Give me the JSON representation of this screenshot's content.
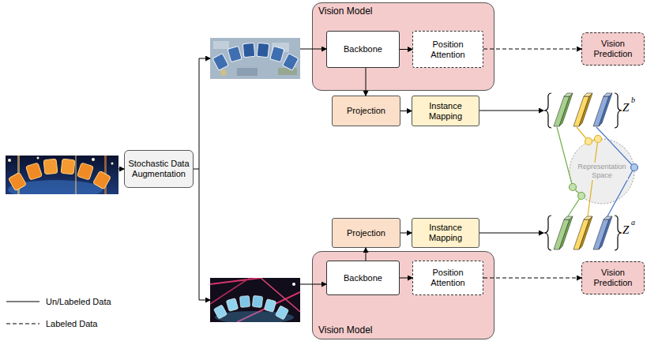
{
  "diagram": {
    "nodes": [
      {
        "text": [
          "Stochastic Data Augmentation"
        ]
      },
      {
        "text": [
          "Vision Model"
        ]
      },
      {
        "text": [
          "Backbone"
        ],
        "in": 1
      },
      {
        "text": [
          "Position Attention"
        ],
        "in": 1
      },
      {
        "text": [
          "Vision Prediction"
        ]
      },
      {
        "text": [
          "Projection"
        ]
      },
      {
        "text": [
          "Instance Mapping"
        ]
      },
      {
        "text": [
          "Representation Space"
        ]
      },
      {
        "text": [
          "Projection"
        ]
      },
      {
        "text": [
          "Instance Mapping"
        ]
      },
      {
        "text": [
          "Vision Model"
        ]
      },
      {
        "text": [
          "Backbone"
        ],
        "in": 10
      },
      {
        "text": [
          "Position Attention"
        ],
        "in": 10
      },
      {
        "text": [
          "Vision Prediction"
        ]
      }
    ],
    "edges": [
      {
        "from": 2,
        "to": 3,
        "arrow": "to"
      },
      {
        "from": 3,
        "to": 4,
        "arrow": "to"
      },
      {
        "from": 2,
        "to": 5,
        "arrow": "to"
      },
      {
        "from": 5,
        "to": 6,
        "arrow": "to"
      },
      {
        "from": 11,
        "to": 8,
        "arrow": "to"
      },
      {
        "from": 8,
        "to": 9,
        "arrow": "to"
      },
      {
        "from": 11,
        "to": 12,
        "arrow": "to"
      },
      {
        "from": 12,
        "to": 13,
        "arrow": "to"
      }
    ],
    "labels": [
      "Z",
      "b",
      "Z",
      "a"
    ],
    "legend": [
      {
        "text": "Un/Labeled Data"
      },
      {
        "text": "Labeled Data"
      }
    ]
  }
}
